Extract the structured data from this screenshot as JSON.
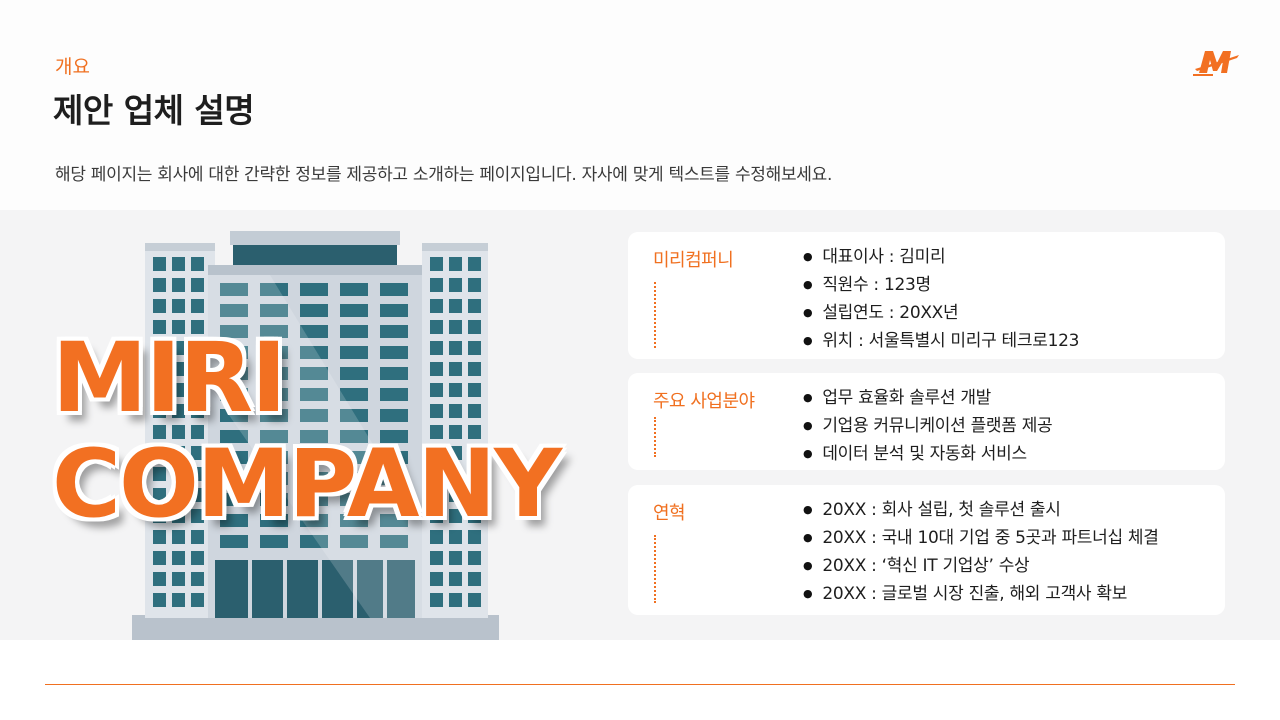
{
  "header": {
    "eyebrow": "개요",
    "title": "제안 업체 설명",
    "description": "해당 페이지는 회사에 대한 간략한 정보를 제공하고 소개하는 페이지입니다. 자사에 맞게 텍스트를 수정해보세요."
  },
  "logo": {
    "letter": "M",
    "icon": "company-logo-icon"
  },
  "hero": {
    "line1": "MIRI",
    "line2": "COMPANY",
    "image": "office-building"
  },
  "cards": [
    {
      "heading": "미리컴퍼니",
      "items": [
        "대표이사 : 김미리",
        "직원수 : 123명",
        "설립연도 : 20XX년",
        "위치 : 서울특별시 미리구 테크로123"
      ]
    },
    {
      "heading": "주요 사업분야",
      "items": [
        "업무 효율화 솔루션 개발",
        "기업용 커뮤니케이션 플랫폼 제공",
        "데이터 분석 및 자동화 서비스"
      ]
    },
    {
      "heading": "연혁",
      "items": [
        "20XX : 회사 설립, 첫 솔루션 출시",
        "20XX : 국내 10대 기업 중 5곳과 파트너십 체결",
        "20XX : ‘혁신 IT 기업상’ 수상",
        "20XX : 글로벌 시장 진출, 해외 고객사 확보"
      ]
    }
  ],
  "colors": {
    "accent": "#f07020",
    "background_band": "#f4f4f5",
    "building_glass": "#2f6f7e"
  }
}
